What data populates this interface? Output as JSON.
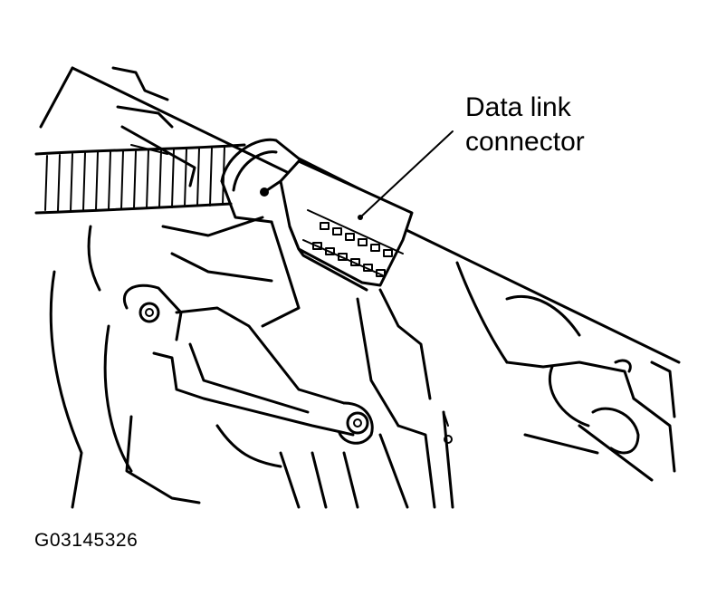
{
  "callout": {
    "line1": "Data link",
    "line2": "connector"
  },
  "figure_id": "G03145326",
  "colors": {
    "ink": "#000000",
    "paper": "#ffffff"
  }
}
